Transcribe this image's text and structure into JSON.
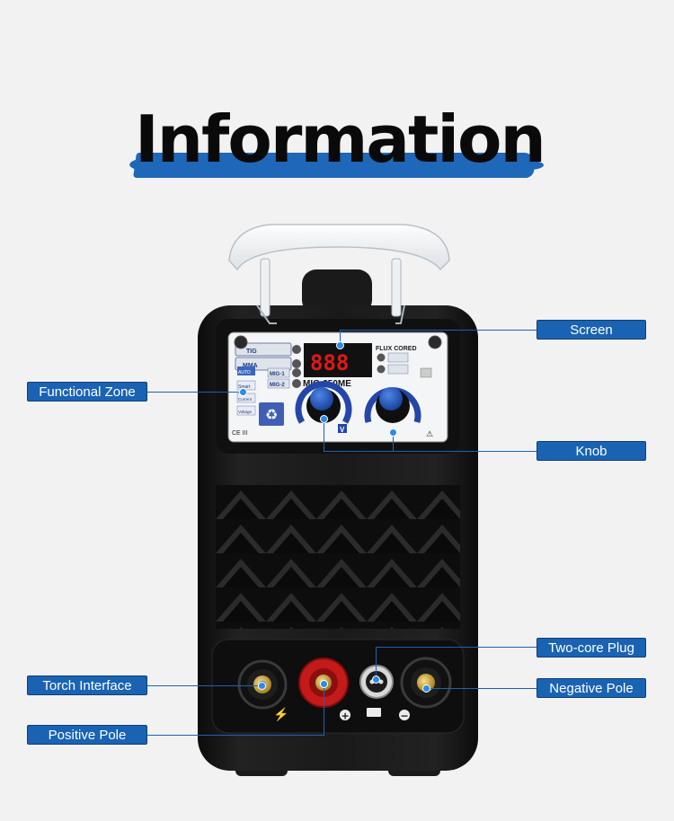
{
  "page": {
    "title": "Information"
  },
  "panel": {
    "mode_tig": "TIG",
    "mode_mma": "MMA",
    "flux_cored": "FLUX CORED",
    "display_value": "888",
    "model": "MIG-250ME",
    "mig1": "MIG-1",
    "mig2": "MIG-2",
    "mode_auto": "AUTO",
    "mode_smart": "Smart",
    "mode_current": "Current",
    "mode_voltage": "Voltage",
    "ce_mark": "CE III",
    "voltage_mark": "V",
    "positive_symbol": "+",
    "negative_symbol": "−"
  },
  "callouts": {
    "screen": "Screen",
    "functional_zone": "Functional Zone",
    "knob": "Knob",
    "two_core_plug": "Two-core Plug",
    "torch_interface": "Torch Interface",
    "negative_pole": "Negative Pole",
    "positive_pole": "Positive Pole"
  },
  "colors": {
    "accent_blue": "#1a63b3",
    "body_black": "#141414",
    "display_red": "#e01818",
    "knob_blue": "#1d4fb5",
    "positive_red": "#c41a1a"
  }
}
